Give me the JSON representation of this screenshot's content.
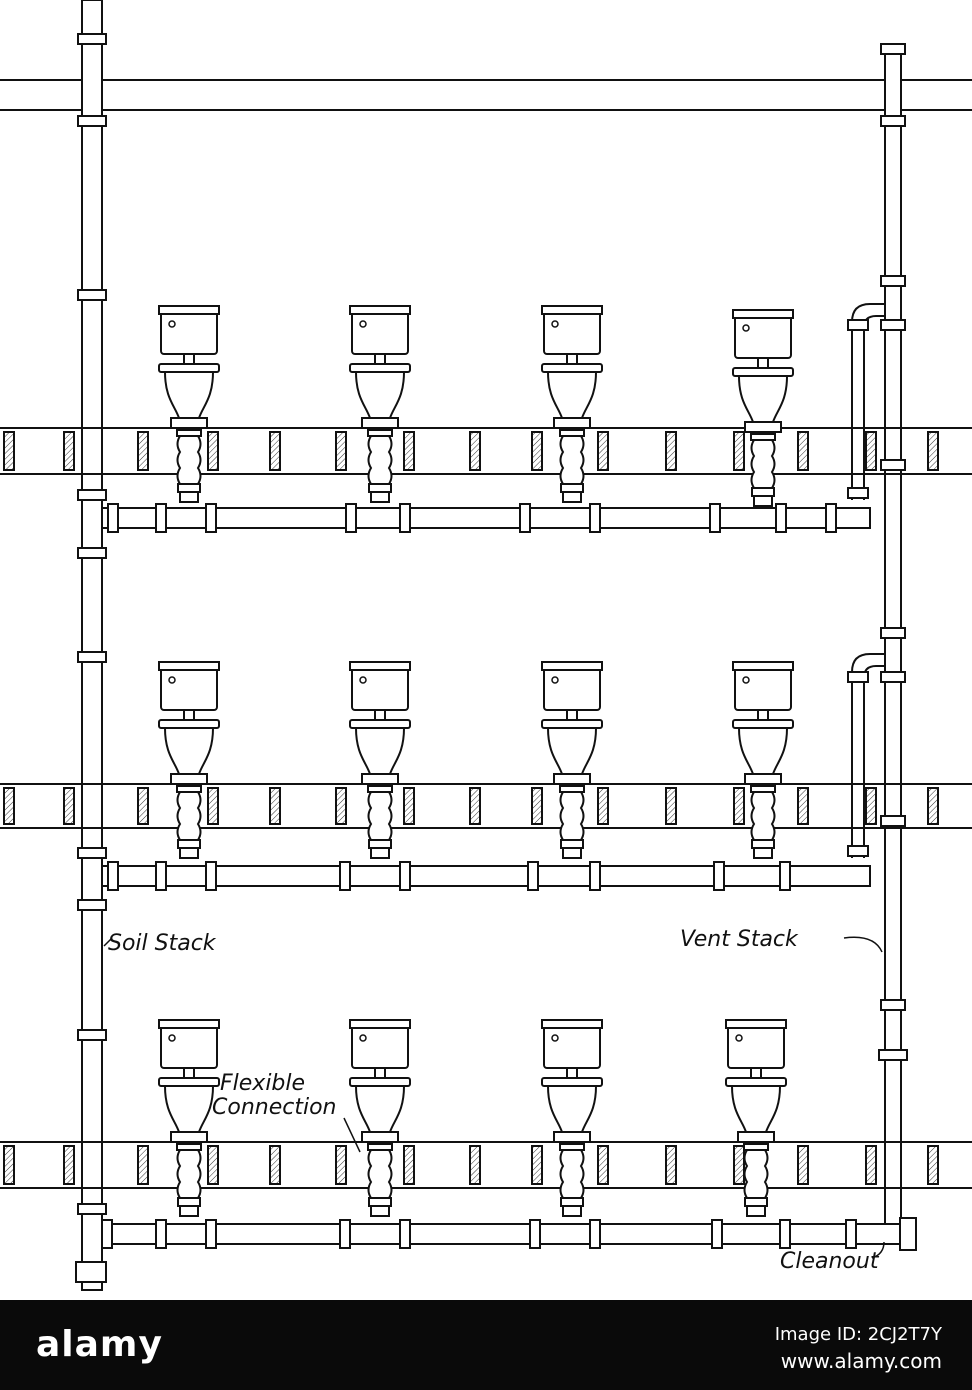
{
  "diagram": {
    "labels": {
      "soil_stack": "Soil Stack",
      "vent_stack": "Vent Stack",
      "flexible_connection_line1": "Flexible",
      "flexible_connection_line2": "Connection",
      "cleanout": "Cleanout"
    },
    "floors": 3,
    "fixtures_per_floor": 4,
    "colors": {
      "ink": "#111111",
      "paper": "#ffffff",
      "hatch": "#333333"
    }
  },
  "footer": {
    "brand_part1": "alamy",
    "brand_part2": "",
    "image_id": "Image ID: 2CJ2T7Y",
    "url": "www.alamy.com"
  }
}
